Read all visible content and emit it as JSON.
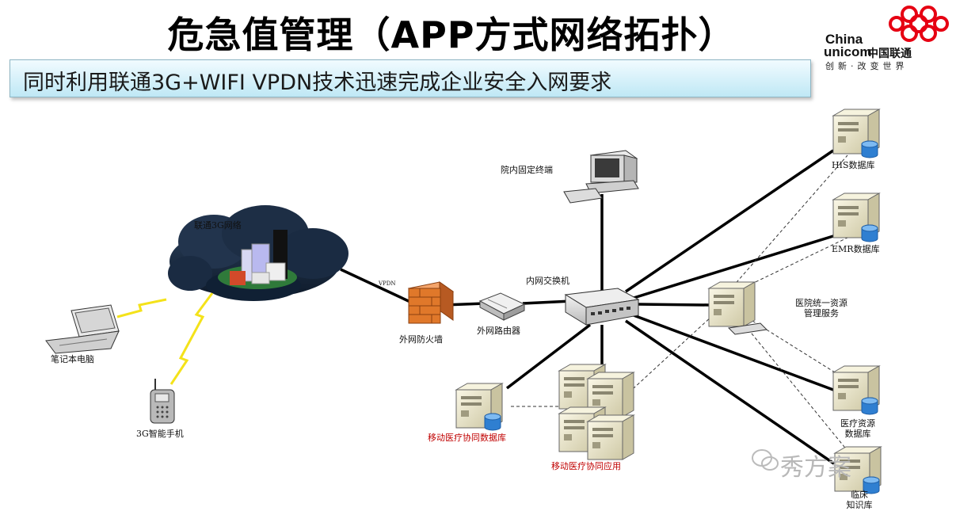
{
  "slide": {
    "title": "危急值管理（APP方式网络拓扑）",
    "subtitle": "同时利用联通3G+WIFI VPDN技术迅速完成企业安全入网要求"
  },
  "logo": {
    "line1": "China",
    "line2": "unicom",
    "cn": "中国联通",
    "slogan": "创新·改变世界",
    "color": "#e60012"
  },
  "nodes": {
    "cloud_3g": "联通3G网络",
    "laptop": "笔记本电脑",
    "phone": "3G智能手机",
    "vpdn": "VPDN",
    "firewall": "外网防火墙",
    "router": "外网路由器",
    "switch": "内网交换机",
    "terminal": "院内固定终端",
    "his_db": "HIS数据库",
    "emr_db": "EMR数据库",
    "resource_service_1": "医院统一资源",
    "resource_service_2": "管理服务",
    "medical_db_1": "医疗资源",
    "medical_db_2": "数据库",
    "clinical_db_1": "临床",
    "clinical_db_2": "知识库",
    "mobile_db": "移动医疗协同数据库",
    "mobile_app": "移动医疗协同应用"
  },
  "watermark": "秀方案",
  "colors": {
    "link": "#000000",
    "dashed": "#333333",
    "lightning": "#f4e21a",
    "red_label": "#c00000",
    "firewall": "#e0782a",
    "server": "#e9e4c6",
    "db": "#2f7fd1"
  }
}
